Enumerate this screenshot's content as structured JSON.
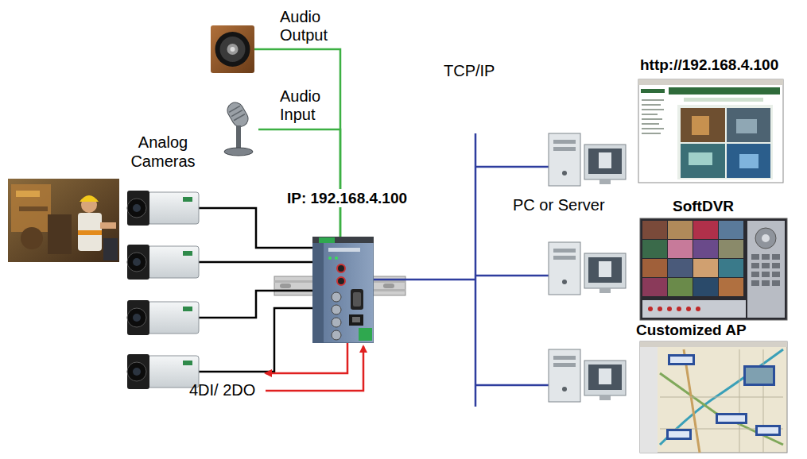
{
  "diagram": {
    "nodes": [
      {
        "text": [
          "Audio Output"
        ]
      },
      {
        "text": [
          "Audio Input"
        ]
      },
      {
        "text": [
          "IP: 192.168.4.100"
        ]
      }
    ],
    "edges": [
      {
        "from": 0,
        "to": 2,
        "arrow": "none"
      },
      {
        "from": 1,
        "to": 2,
        "arrow": "none"
      }
    ],
    "labels": [
      "Analog Cameras",
      "4DI/ 2DO",
      "TCP/IP",
      "PC or Server",
      "http://192.168.4.100",
      "SoftDVR",
      "Customized AP"
    ]
  }
}
